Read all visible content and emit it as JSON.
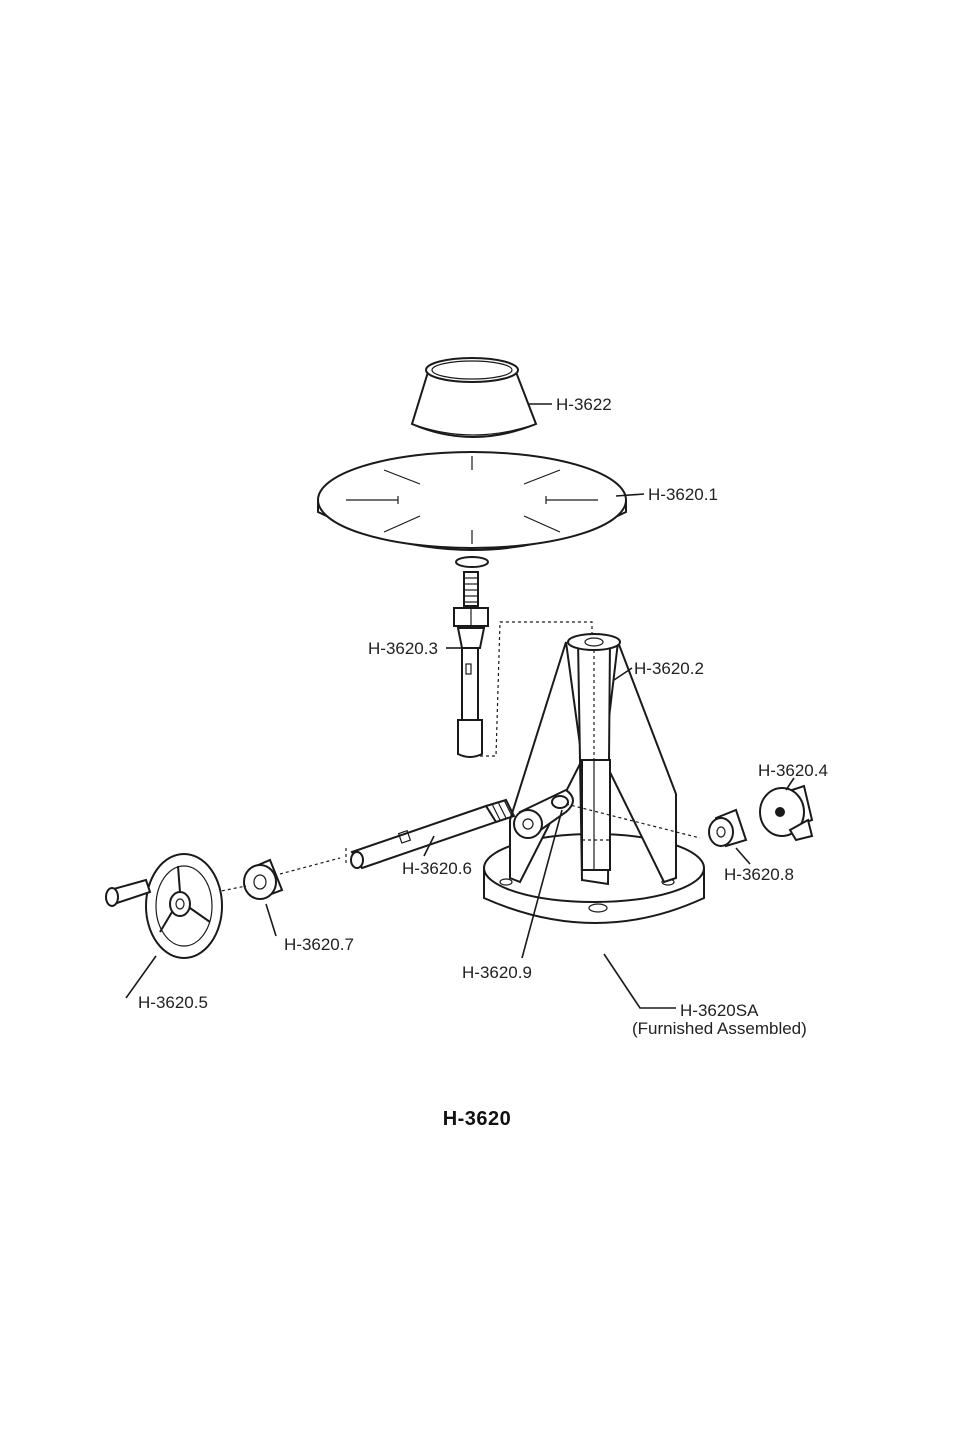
{
  "diagram": {
    "labels": {
      "mold": "H-3622",
      "base_plate": "H-3620.1",
      "stand": "H-3620.2",
      "rod": "H-3620.3",
      "knob": "H-3620.4",
      "handwheel": "H-3620.5",
      "shaft": "H-3620.6",
      "collar": "H-3620.7",
      "bushing": "H-3620.8",
      "cam": "H-3620.9",
      "assembly": "H-3620SA",
      "assembly_note": "(Furnished Assembled)"
    },
    "caption": "H-3620"
  }
}
